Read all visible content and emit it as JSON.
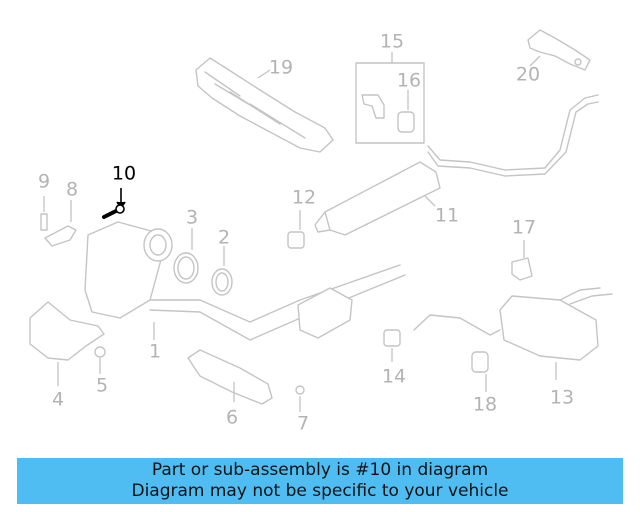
{
  "diagram": {
    "part_labels": [
      "1",
      "2",
      "3",
      "4",
      "5",
      "6",
      "7",
      "8",
      "9",
      "10",
      "11",
      "12",
      "13",
      "14",
      "15",
      "16",
      "17",
      "18",
      "19",
      "20"
    ],
    "highlighted_part": "10",
    "colors": {
      "highlight": "#000000",
      "linework": "#c4c4c4",
      "label": "#b3b3b3",
      "banner": "#4fbdf2"
    }
  },
  "banner": {
    "line1": "Part or sub-assembly is #10 in diagram",
    "line2": "Diagram may not be specific to your vehicle"
  }
}
